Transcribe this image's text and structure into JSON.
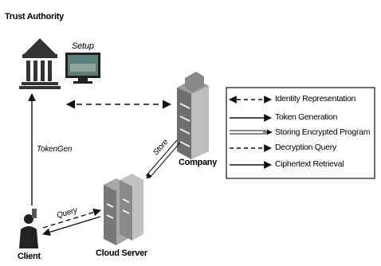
{
  "nodes": {
    "trust_authority": "Trust Authority",
    "setup": "Setup",
    "company": "Company",
    "cloud_server": "Cloud Server",
    "client": "Client"
  },
  "edges": {
    "tokengen": "TokenGen",
    "store": "Store",
    "query": "Query"
  },
  "legend": [
    {
      "label": "Identity Representation",
      "style": "dashed-double-arrow"
    },
    {
      "label": "Token Generation",
      "style": "solid-arrow"
    },
    {
      "label": "Storing Encrypted Program",
      "style": "double-line-arrow"
    },
    {
      "label": "Decryption Query",
      "style": "dashed-arrow"
    },
    {
      "label": "Ciphertext Retrieval",
      "style": "solid-arrow"
    }
  ],
  "colors": {
    "line": "#111111",
    "building": "#333333",
    "server": "#9a9a9a",
    "monitor_screen": "#5d7f7b"
  }
}
